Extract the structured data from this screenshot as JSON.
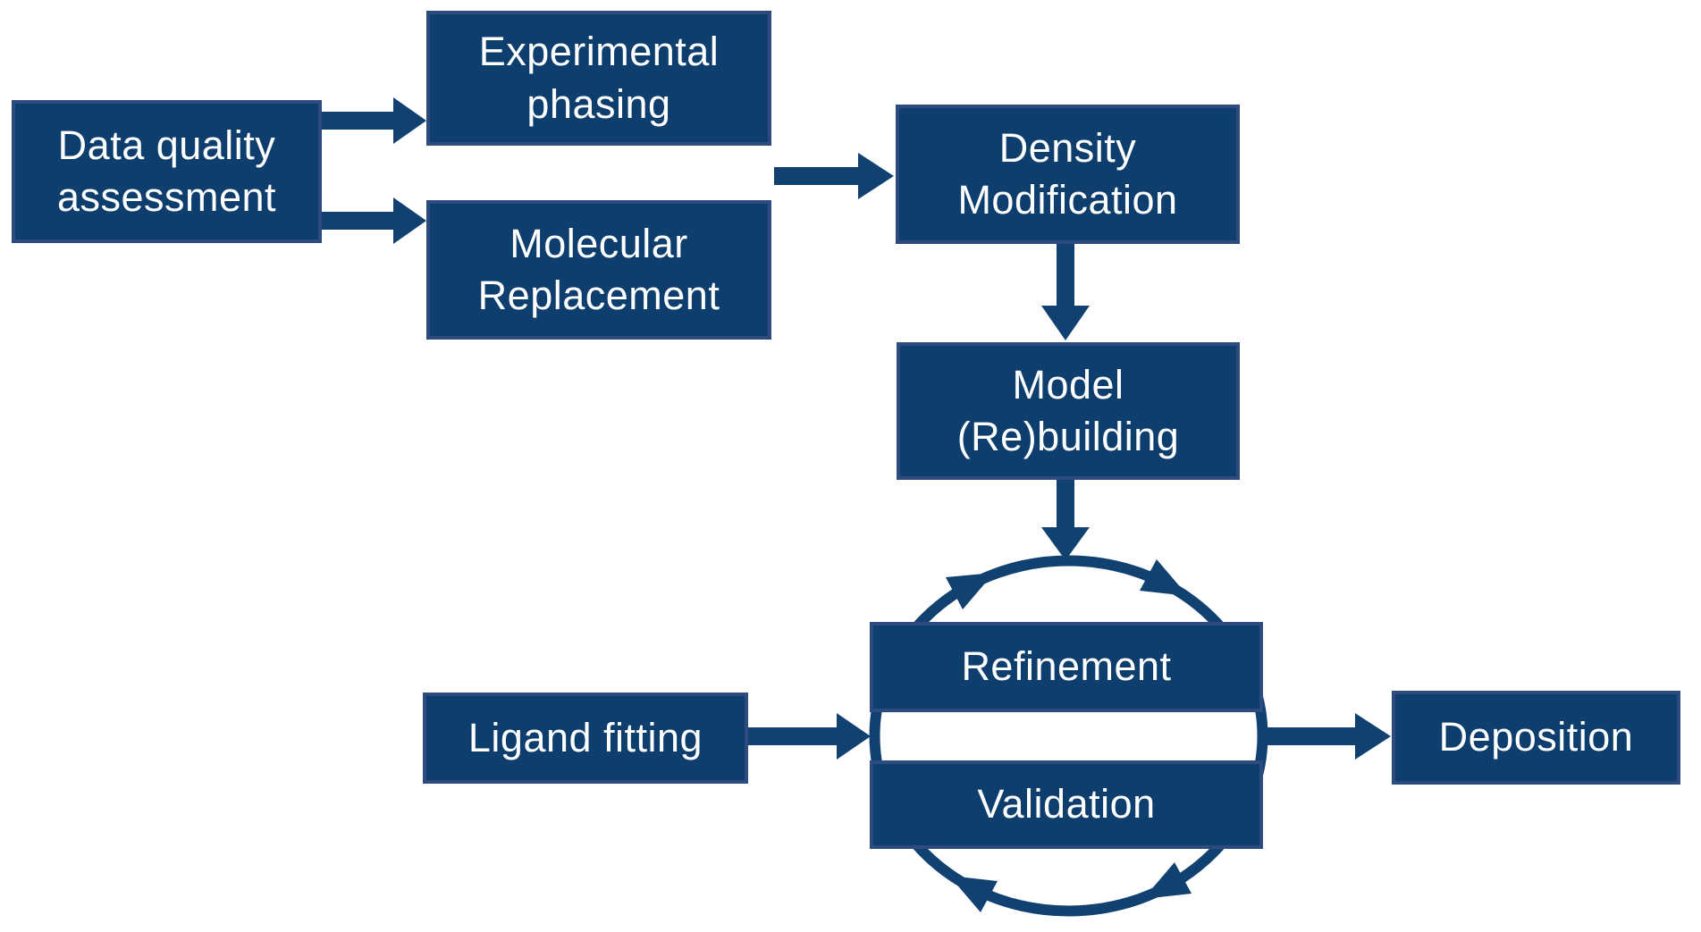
{
  "diagram": {
    "nodes": {
      "data_quality": {
        "label": "Data quality\nassessment"
      },
      "experimental_phasing": {
        "label": "Experimental\nphasing"
      },
      "molecular_replacement": {
        "label": "Molecular\nReplacement"
      },
      "density_modification": {
        "label": "Density\nModification"
      },
      "model_rebuilding": {
        "label": "Model\n(Re)building"
      },
      "refinement": {
        "label": "Refinement"
      },
      "validation": {
        "label": "Validation"
      },
      "ligand_fitting": {
        "label": "Ligand fitting"
      },
      "deposition": {
        "label": "Deposition"
      }
    },
    "edges": [
      {
        "from": "data_quality",
        "to": "experimental_phasing",
        "type": "arrow"
      },
      {
        "from": "data_quality",
        "to": "molecular_replacement",
        "type": "arrow"
      },
      {
        "from": "experimental_phasing / molecular_replacement",
        "to": "density_modification",
        "type": "arrow"
      },
      {
        "from": "density_modification",
        "to": "model_rebuilding",
        "type": "arrow"
      },
      {
        "from": "model_rebuilding",
        "to": "refinement_validation_cycle",
        "type": "arrow"
      },
      {
        "from": "ligand_fitting",
        "to": "refinement_validation_cycle",
        "type": "arrow"
      },
      {
        "from": "refinement_validation_cycle",
        "to": "deposition",
        "type": "arrow"
      },
      {
        "from": "refinement",
        "to": "validation",
        "type": "cycle-clockwise"
      },
      {
        "from": "validation",
        "to": "refinement",
        "type": "cycle-clockwise"
      }
    ],
    "colors": {
      "box_fill": "#0d3e6e",
      "box_border": "#2d4b7d",
      "arrow": "#114170",
      "text": "#ffffff",
      "background": "#ffffff"
    }
  }
}
